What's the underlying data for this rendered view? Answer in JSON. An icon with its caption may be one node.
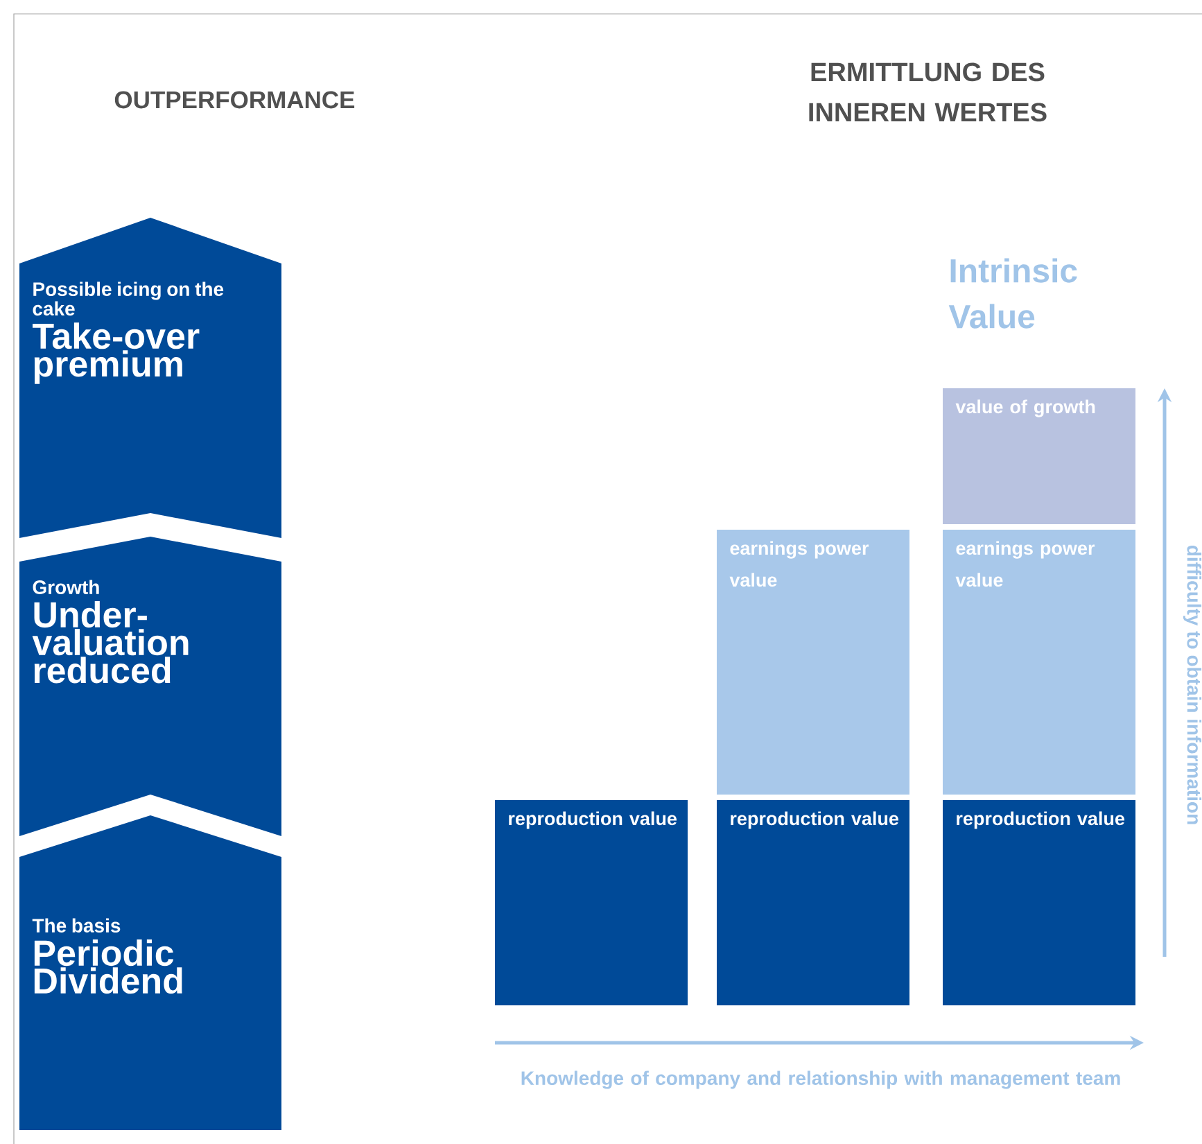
{
  "diagram": {
    "nodes": [
      {
        "text": [
          "Possible icing on the cake",
          "Take-over premium"
        ]
      },
      {
        "text": [
          "Growth",
          "Under-valuation reduced"
        ]
      },
      {
        "text": [
          "The basis",
          "Periodic Dividend"
        ]
      },
      {
        "text": [
          "reproduction value"
        ]
      },
      {
        "text": [
          "earnings power value"
        ]
      },
      {
        "text": [
          "reproduction value"
        ]
      },
      {
        "text": [
          "value of growth"
        ]
      },
      {
        "text": [
          "earnings power value"
        ]
      },
      {
        "text": [
          "reproduction value"
        ]
      }
    ],
    "labels": [
      "OUTPERFORMANCE",
      "ERMITTLUNG DES INNEREN WERTES",
      "Intrinsic Value",
      "difficulty to obtain information",
      "Knowledge of company and relationship with management team"
    ]
  }
}
